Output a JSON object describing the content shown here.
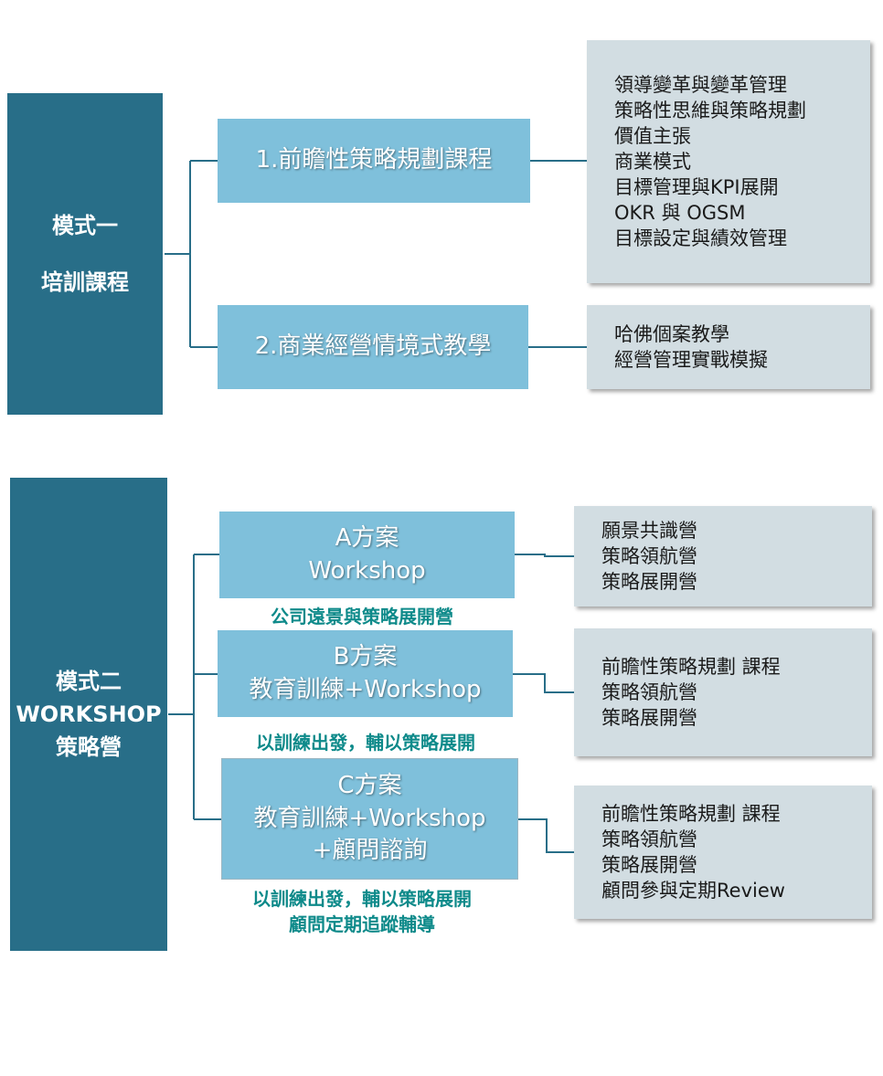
{
  "mode1": {
    "title_lines": [
      "模式一",
      "培訓課程"
    ],
    "courses": [
      {
        "label": "1.前瞻性策略規劃課程",
        "details": [
          "領導變革與變革管理",
          "策略性思維與策略規劃",
          "價值主張",
          "商業模式",
          "目標管理與KPI展開",
          "OKR 與 OGSM",
          "目標設定與績效管理"
        ]
      },
      {
        "label": "2.商業經營情境式教學",
        "details": [
          "哈佛個案教學",
          "經營管理實戰模擬"
        ]
      }
    ]
  },
  "mode2": {
    "title_lines": [
      "模式二",
      "WORKSHOP",
      "策略營"
    ],
    "plans": [
      {
        "lines": [
          "A方案",
          "Workshop"
        ],
        "caption": [
          "公司遠景與策略展開營"
        ],
        "details": [
          "願景共識營",
          "策略領航營",
          "策略展開營"
        ]
      },
      {
        "lines": [
          "B方案",
          "教育訓練+Workshop"
        ],
        "caption": [
          "以訓練出發，輔以策略展開"
        ],
        "details": [
          "前瞻性策略規劃 課程",
          "策略領航營",
          "策略展開營"
        ]
      },
      {
        "lines": [
          "C方案",
          "教育訓練+Workshop",
          "+顧問諮詢"
        ],
        "caption": [
          "以訓練出發，輔以策略展開",
          "顧問定期追蹤輔導"
        ],
        "details": [
          "前瞻性策略規劃 課程",
          "策略領航營",
          "策略展開營",
          "顧問參與定期Review"
        ]
      }
    ]
  },
  "colors": {
    "mode_box": "#286e88",
    "course_box": "#7fc0db",
    "detail_box": "#d2dde2",
    "caption_text": "#0e8a8a",
    "connector": "#286e88"
  }
}
